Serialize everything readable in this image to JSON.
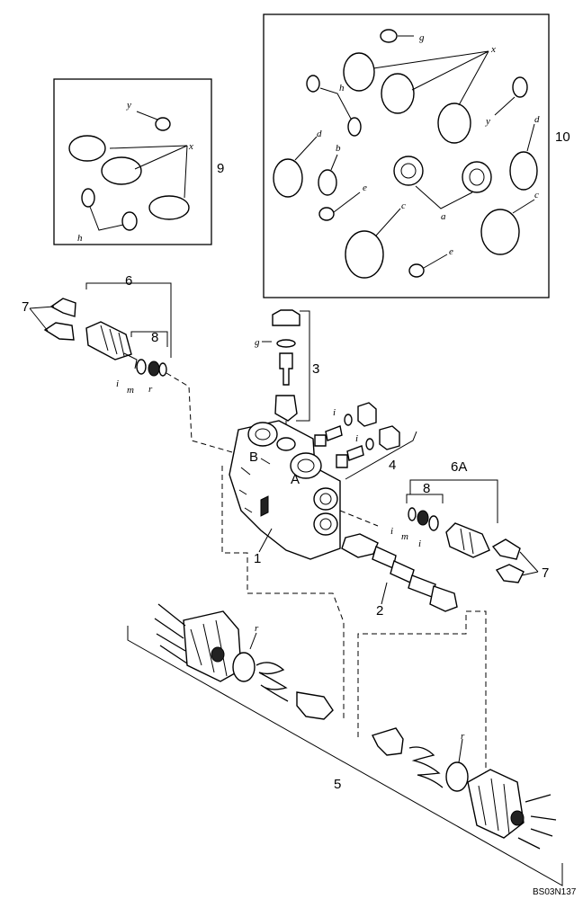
{
  "callouts": {
    "n1": "1",
    "n2": "2",
    "n3": "3",
    "n4": "4",
    "n5": "5",
    "n6": "6",
    "n6a": "6A",
    "n7a": "7",
    "n7b": "7",
    "n8a": "8",
    "n8b": "8",
    "n9": "9",
    "n10": "10"
  },
  "port_labels": {
    "a": "A",
    "b": "B"
  },
  "seal_letters": {
    "y": "y",
    "x": "x",
    "h": "h",
    "d": "d",
    "b": "b",
    "e": "e",
    "c": "c",
    "a": "a",
    "g": "g",
    "i": "i",
    "m": "m",
    "r": "r"
  },
  "figure_code": "BS03N137"
}
